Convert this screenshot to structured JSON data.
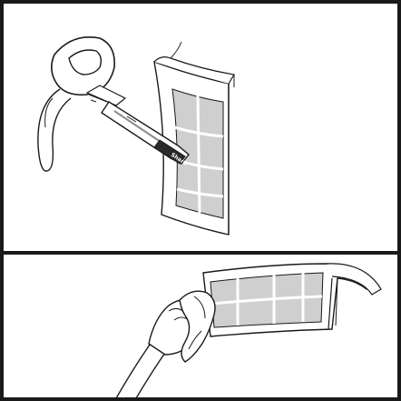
{
  "figure": {
    "panel_top": {
      "step": "vacuum-filter",
      "brand_on_nozzle": "Shark"
    },
    "panel_bottom": {
      "step": "wipe-filter-with-cloth"
    }
  },
  "colors": {
    "ink": "#1a1a1a",
    "filter_mesh": "#cfcfcf",
    "filter_frame": "#ffffff",
    "tool_shadow": "#8a8a8a",
    "background": "#ffffff"
  }
}
